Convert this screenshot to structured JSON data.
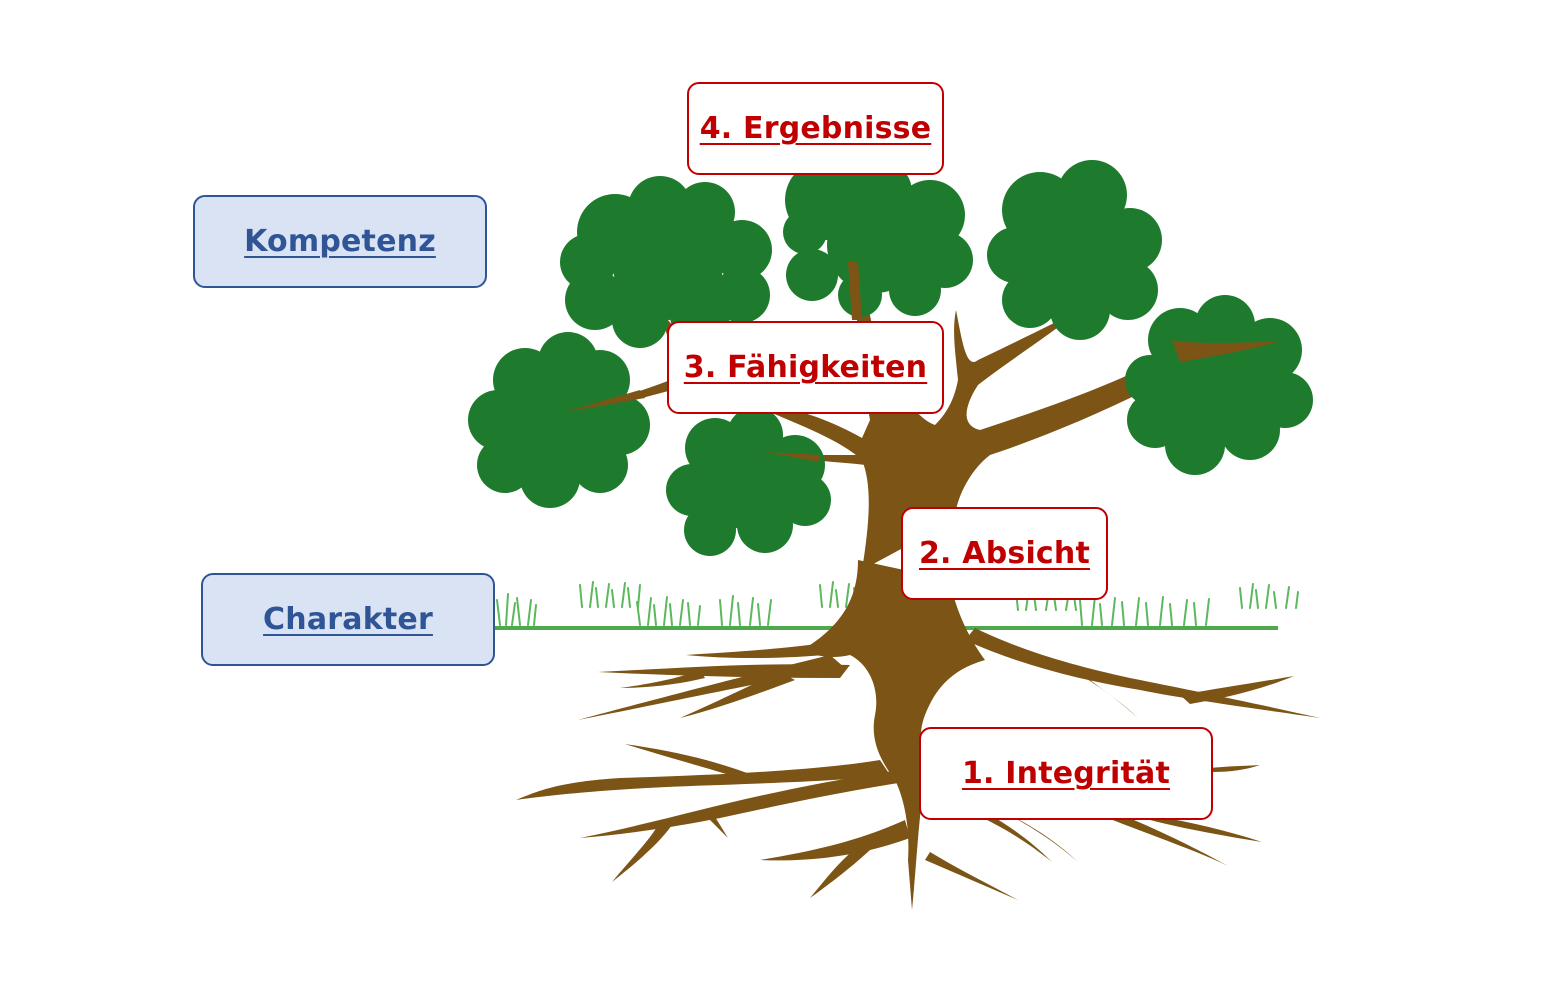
{
  "diagram": {
    "categories": {
      "competence": "Kompetenz",
      "character": "Charakter"
    },
    "levels": {
      "results": "4. Ergebnisse",
      "capabilities": "3. Fähigkeiten",
      "intent": "2. Absicht",
      "integrity": "1. Integrität"
    }
  },
  "colors": {
    "category_fill": "#dae3f3",
    "category_border": "#2f5597",
    "level_border": "#c00000",
    "foliage": "#1e7b2e",
    "trunk": "#7b5416",
    "ground": "#4ea84e"
  }
}
